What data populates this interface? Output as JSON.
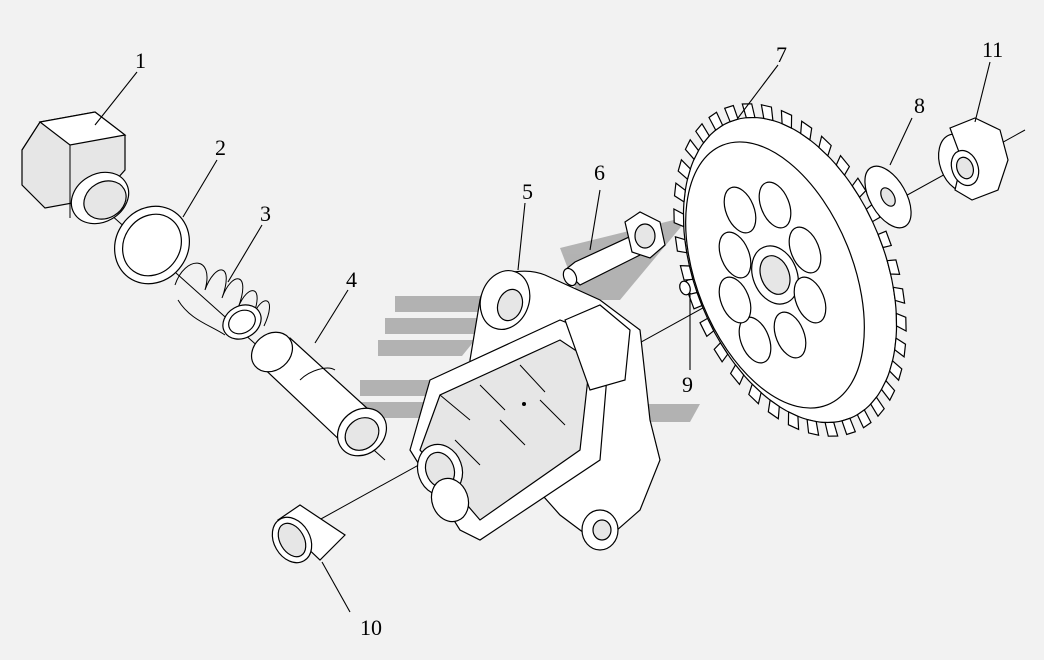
{
  "callouts": [
    {
      "id": "1",
      "text": "1"
    },
    {
      "id": "2",
      "text": "2"
    },
    {
      "id": "3",
      "text": "3"
    },
    {
      "id": "4",
      "text": "4"
    },
    {
      "id": "5",
      "text": "5"
    },
    {
      "id": "6",
      "text": "6"
    },
    {
      "id": "7",
      "text": "7"
    },
    {
      "id": "8",
      "text": "8"
    },
    {
      "id": "9",
      "text": "9"
    },
    {
      "id": "10",
      "text": "10"
    },
    {
      "id": "11",
      "text": "11"
    }
  ],
  "colors": {
    "background": "#f2f2f2",
    "watermark": "#a8a8a8",
    "line": "#000000"
  }
}
